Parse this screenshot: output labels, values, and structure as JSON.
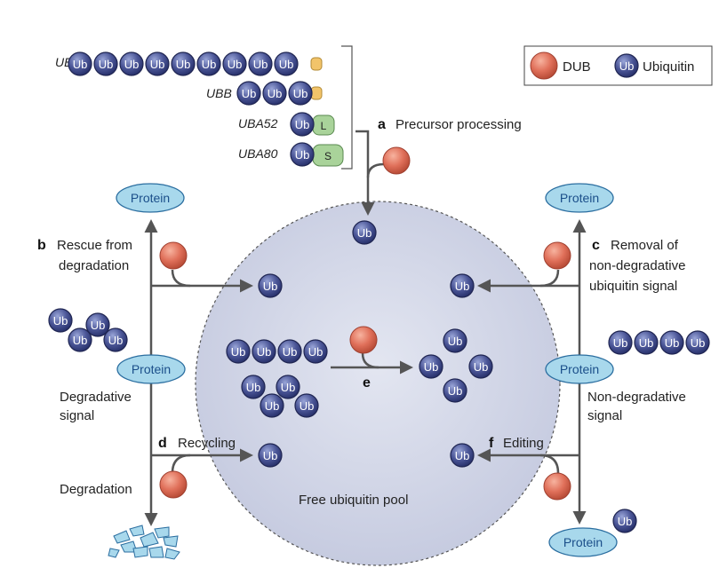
{
  "genes": {
    "ubc": "UBC",
    "ubb": "UBB",
    "uba52": "UBA52",
    "uba80": "UBA80"
  },
  "ub_label": "Ub",
  "tags": {
    "l": "L",
    "s": "S"
  },
  "protein_label": "Protein",
  "legend": {
    "dub": "DUB",
    "ubiquitin": "Ubiquitin"
  },
  "steps": {
    "a": {
      "letter": "a",
      "text": "Precursor processing"
    },
    "b": {
      "letter": "b",
      "line1": "Rescue from",
      "line2": "degradation"
    },
    "c": {
      "letter": "c",
      "line1": "Removal of",
      "line2": "non-degradative",
      "line3": "ubiquitin signal"
    },
    "d": {
      "letter": "d",
      "text": "Recycling"
    },
    "e": {
      "letter": "e"
    },
    "f": {
      "letter": "f",
      "text": "Editing"
    }
  },
  "labels": {
    "degradative1": "Degradative",
    "degradative2": "signal",
    "nondeg1": "Non-degradative",
    "nondeg2": "signal",
    "degradation": "Degradation",
    "pool": "Free ubiquitin pool"
  },
  "colors": {
    "ub_fill": "#3f4a8c",
    "dub_fill": "#e0705a",
    "protein_fill": "#a8d8ec",
    "pool_fill": "#d2d6e6",
    "tag_fill": "#a9d39a",
    "tail_fill": "#f2c46a"
  }
}
